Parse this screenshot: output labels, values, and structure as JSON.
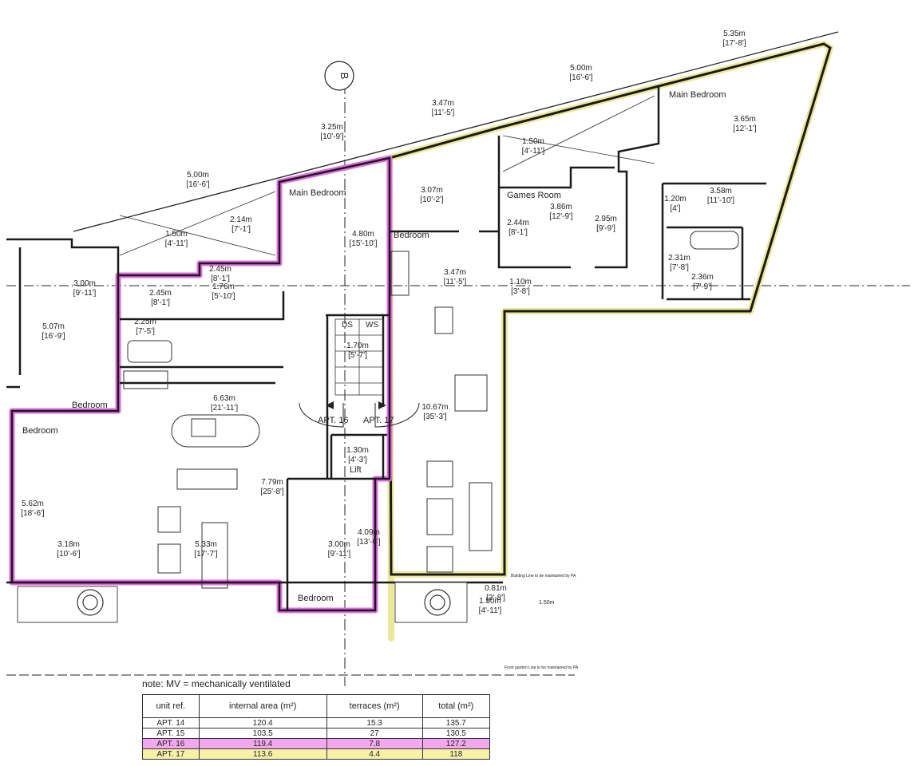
{
  "colors": {
    "apt16_outline": "#e06be0",
    "apt17_outline": "#ece89a",
    "wall": "#1a1a1a"
  },
  "section_marker": "B",
  "rooms": {
    "bedroom_main_left": "Main Bedroom",
    "bedroom_main_right": "Main Bedroom",
    "bedroom_mid": "Bedroom",
    "bedroom_left_upper": "Bedroom",
    "bedroom_left_lower": "Bedroom",
    "bedroom_bottom": "Bedroom",
    "games_room": "Games Room",
    "lift": "Lift",
    "apt16_label": "APT. 16",
    "apt17_label": "APT. 17",
    "stair_ds": "DS",
    "stair_ws": "WS"
  },
  "dimensions": [
    {
      "id": "d1",
      "m": "5.35m",
      "ft": "[17'-8']"
    },
    {
      "id": "d2",
      "m": "5.00m",
      "ft": "[16'-6']"
    },
    {
      "id": "d3",
      "m": "3.47m",
      "ft": "[11'-5']"
    },
    {
      "id": "d4",
      "m": "3.25m",
      "ft": "[10'-9']"
    },
    {
      "id": "d5",
      "m": "5.00m",
      "ft": "[16'-6']"
    },
    {
      "id": "d6",
      "m": "1.50m",
      "ft": "[4'-11']"
    },
    {
      "id": "d7",
      "m": "3.65m",
      "ft": "[12'-1']"
    },
    {
      "id": "d8",
      "m": "3.07m",
      "ft": "[10'-2']"
    },
    {
      "id": "d9",
      "m": "1.20m",
      "ft": "[4']"
    },
    {
      "id": "d10",
      "m": "3.58m",
      "ft": "[11'-10']"
    },
    {
      "id": "d11",
      "m": "3.86m",
      "ft": "[12'-9']"
    },
    {
      "id": "d12",
      "m": "2.44m",
      "ft": "[8'-1']"
    },
    {
      "id": "d13",
      "m": "2.95m",
      "ft": "[9'-9']"
    },
    {
      "id": "d14",
      "m": "2.14m",
      "ft": "[7'-1']"
    },
    {
      "id": "d15",
      "m": "4.80m",
      "ft": "[15'-10']"
    },
    {
      "id": "d16",
      "m": "1.50m",
      "ft": "[4'-11']"
    },
    {
      "id": "d17",
      "m": "2.45m",
      "ft": "[8'-1']"
    },
    {
      "id": "d18",
      "m": "2.31m",
      "ft": "[7'-8']"
    },
    {
      "id": "d19",
      "m": "2.36m",
      "ft": "[7'-9']"
    },
    {
      "id": "d20",
      "m": "3.47m",
      "ft": "[11'-5']"
    },
    {
      "id": "d21",
      "m": "1.10m",
      "ft": "[3'-8']"
    },
    {
      "id": "d22",
      "m": "3.00m",
      "ft": "[9'-11']"
    },
    {
      "id": "d23",
      "m": "2.45m",
      "ft": "[8'-1']"
    },
    {
      "id": "d24",
      "m": "1.76m",
      "ft": "[5'-10']"
    },
    {
      "id": "d25",
      "m": "5.07m",
      "ft": "[16'-9']"
    },
    {
      "id": "d26",
      "m": "2.25m",
      "ft": "[7'-5']"
    },
    {
      "id": "d27",
      "m": "1.70m",
      "ft": "[5'-7']"
    },
    {
      "id": "d28",
      "m": "6.63m",
      "ft": "[21'-11']"
    },
    {
      "id": "d29",
      "m": "10.67m",
      "ft": "[35'-3']"
    },
    {
      "id": "d30",
      "m": "1.30m",
      "ft": "[4'-3']"
    },
    {
      "id": "d31",
      "m": "5.62m",
      "ft": "[18'-6']"
    },
    {
      "id": "d32",
      "m": "7.79m",
      "ft": "[25'-8']"
    },
    {
      "id": "d33",
      "m": "4.09m",
      "ft": "[13'-6']"
    },
    {
      "id": "d34",
      "m": "3.18m",
      "ft": "[10'-6']"
    },
    {
      "id": "d35",
      "m": "5.33m",
      "ft": "[17'-7']"
    },
    {
      "id": "d36",
      "m": "3.00m",
      "ft": "[9'-11']"
    },
    {
      "id": "d37",
      "m": "1.50m",
      "ft": "[4'-11']"
    },
    {
      "id": "d38",
      "m": "0.81m",
      "ft": "[2'-8']"
    }
  ],
  "small_notes": {
    "building_line": "Building Line to be maintained by PA",
    "garden_line": "Front garden Line to be maintained by PA",
    "side_150": "1.50m"
  },
  "note": "note:  MV = mechanically ventilated",
  "table": {
    "headers": [
      "unit ref.",
      "internal area (m²)",
      "terraces (m²)",
      "total (m²)"
    ],
    "rows": [
      {
        "unit": "APT. 14",
        "internal": "120.4",
        "terraces": "15.3",
        "total": "135.7"
      },
      {
        "unit": "APT. 15",
        "internal": "103.5",
        "terraces": "27",
        "total": "130.5"
      },
      {
        "unit": "APT. 16",
        "internal": "119.4",
        "terraces": "7.8",
        "total": "127.2"
      },
      {
        "unit": "APT. 17",
        "internal": "113.6",
        "terraces": "4.4",
        "total": "118"
      }
    ]
  }
}
